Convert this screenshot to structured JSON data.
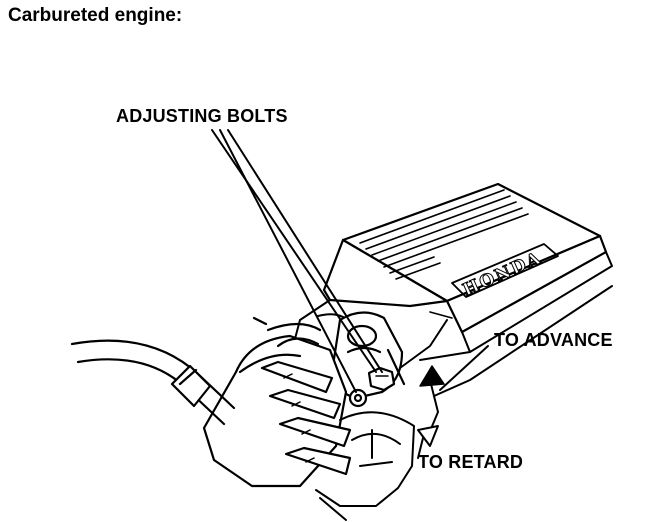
{
  "caption": "Carbureted engine:",
  "labels": {
    "adjusting_bolts": "ADJUSTING BOLTS",
    "to_advance": "TO ADVANCE",
    "to_retard": "TO RETARD"
  },
  "logo": "HONDA",
  "colors": {
    "ink": "#000000",
    "paper": "#ffffff"
  }
}
